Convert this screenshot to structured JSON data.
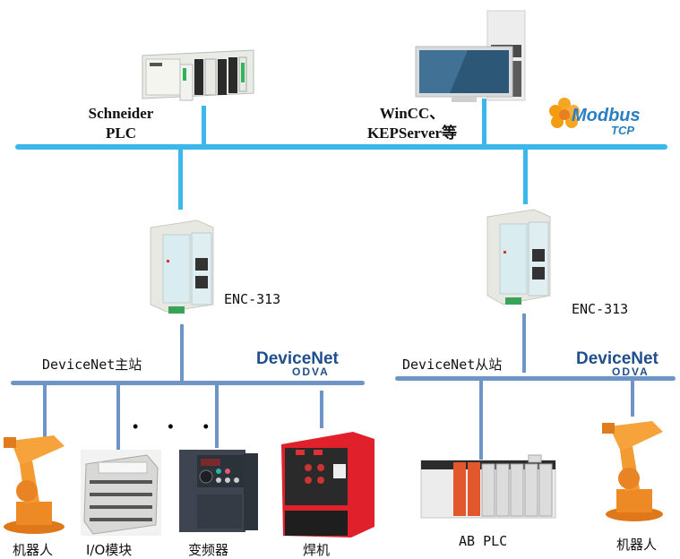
{
  "title": "Modbus TCP to DeviceNet network topology",
  "colors": {
    "ethernet_bus": "#3bb7ec",
    "devicenet_bus": "#6f94c6",
    "modbus_orange": "#f5a623",
    "modbus_blue": "#2a7fc1",
    "devicenet_blue": "#1f4e8c",
    "odva_orange": "#f2a31b"
  },
  "top_network": {
    "logo": {
      "main": "Modbus",
      "sub": "TCP"
    },
    "nodes": [
      {
        "id": "schneider-plc",
        "label_line1": "Schneider",
        "label_line2": "PLC"
      },
      {
        "id": "wincc-pc",
        "label_line1": "WinCC、",
        "label_line2": "KEPServer等"
      }
    ]
  },
  "gateways": [
    {
      "id": "gateway-left",
      "label": "ENC-313"
    },
    {
      "id": "gateway-right",
      "label": "ENC-313"
    }
  ],
  "devicenet_master": {
    "label": "DeviceNet主站",
    "logo": {
      "main": "DeviceNet",
      "sub": "ODVA"
    },
    "ellipsis": "• • •",
    "devices": [
      {
        "id": "robot-left",
        "label": "机器人"
      },
      {
        "id": "io-module",
        "label": "I/O模块"
      },
      {
        "id": "vfd",
        "label": "变频器"
      },
      {
        "id": "welder",
        "label": "焊机"
      }
    ]
  },
  "devicenet_slave": {
    "label": "DeviceNet从站",
    "logo": {
      "main": "DeviceNet",
      "sub": "ODVA"
    },
    "devices": [
      {
        "id": "ab-plc",
        "label": "AB PLC"
      },
      {
        "id": "robot-right",
        "label": "机器人"
      }
    ]
  }
}
